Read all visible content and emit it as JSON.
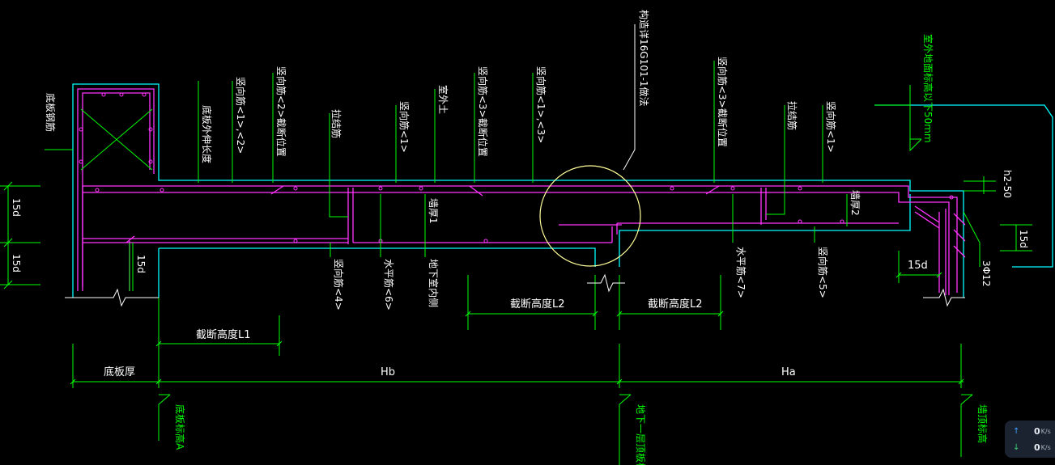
{
  "labels": {
    "bottom_slab_rebar": "底板钢筋",
    "bottom_slab_extend_len": "底板外伸长度",
    "vert_rebar_1_4_2": "竖向筋<1>,<2>",
    "vert_rebar_2_cut": "竖向筋<2>截断位置",
    "tie_rebar_left": "拉结筋",
    "vert_rebar_1_left": "竖向筋<1>",
    "outdoor_soil": "室外土",
    "vert_rebar_3_cut_mid": "竖向筋<3>截断位置",
    "vert_rebar_1_3": "竖向筋<1>,<3>",
    "callout_ref": "构造详16G101-1做法",
    "vert_rebar_3_cut_right": "竖向筋<3>截断位置",
    "tie_rebar_right": "拉结筋",
    "vert_rebar_1_right": "竖向筋<1>",
    "outdoor_ground_elev": "室外地面标高以下50mm",
    "h2_50": "h2-50",
    "wall_thickness_1": "墙厚1",
    "wall_thickness_2": "墙厚2",
    "dim_15d_left_top": "15d",
    "dim_15d_left_bottom": "15d",
    "dim_15d_inner": "15d",
    "dim_15d_right": "15d",
    "dim_15d_right_bottom": "15d",
    "three_phi12": "3Φ12",
    "vert_rebar_4": "竖向筋<4>",
    "horiz_rebar_6": "水平筋<6>",
    "basement_inside": "地下室内侧",
    "horiz_rebar_7": "水平筋<7>",
    "vert_rebar_5": "竖向筋<5>",
    "cut_height_l1": "截断高度L1",
    "cut_height_l2_left": "截断高度L2",
    "cut_height_l2_right": "截断高度L2",
    "slab_thickness": "底板厚",
    "hb": "Hb",
    "ha": "Ha",
    "elev_slab_bottom": "底板标高A",
    "elev_floor_1": "地下一层顶板标高",
    "elev_wall_top": "墙顶标高"
  },
  "network_widget": {
    "upload_value": "0",
    "upload_unit": "K/s",
    "download_value": "0",
    "download_unit": "K/s",
    "upload_arrow": "↑",
    "download_arrow": "↓"
  },
  "colors": {
    "background": "#000000",
    "wall_outline": "#00ffff",
    "rebar": "#ff33ff",
    "annotation": "#00ff00",
    "callout_circle": "#ffff99",
    "text": "#ffffff",
    "elevation_text": "#00ff00"
  }
}
